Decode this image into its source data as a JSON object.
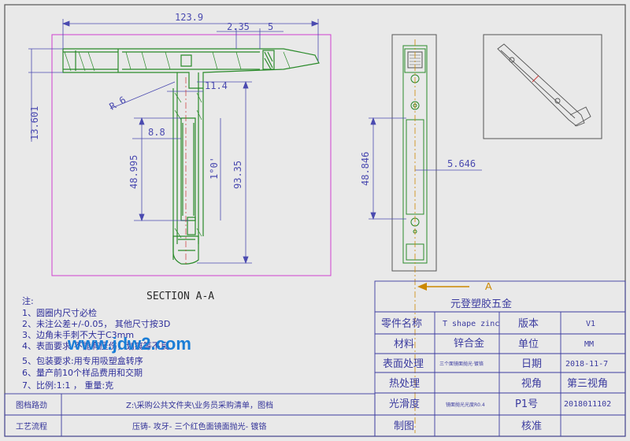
{
  "colors": {
    "outline": "#2a8a2a",
    "dimension": "#4a4ab0",
    "frame": "#d040d0",
    "titleblock": "#3b3b9f",
    "section": "#cc8800",
    "background": "#e9e9e9"
  },
  "dims": {
    "overall_width": "123.9",
    "small_top": "2.35",
    "small_top2": "5",
    "height_left": "13.601",
    "radius": "R 6",
    "width_11": "11.4",
    "width_8": "8.8",
    "height_48": "48.995",
    "angle": "1°0'",
    "height_93": "93.35",
    "mid_height": "48.846",
    "mid_width": "5.646"
  },
  "section_label": "SECTION  A-A",
  "section_marker": "A",
  "notes": {
    "title": "注:",
    "items": [
      "1、圆圈内尺寸必检",
      "2、未注公差+/-0.05， 其他尺寸按3D",
      "3、边角未手刺不大于C3mm",
      "4、表面要求:不能有压伤，划痕等不良",
      "5、包装要求:用专用吸塑盒转序",
      "6、量产前10个样品费用和交期",
      "7、比例:1:1 ， 重量:克"
    ]
  },
  "watermark": "www.jdw2.com",
  "title_block": {
    "company": "元登塑胶五金",
    "part_name_label": "零件名称",
    "part_name_value": "T shape zinc",
    "version_label": "版本",
    "version_value": "V1",
    "material_label": "材料",
    "material_value": "锌合金",
    "unit_label": "单位",
    "unit_value": "MM",
    "surface_label": "表面处理",
    "surface_value": "三个面镜面抛光·镀铬",
    "date_label": "日期",
    "date_value": "2018-11-7",
    "heat_label": "热处理",
    "view_label": "视角",
    "view_value": "第三视角",
    "smooth_label": "光滑度",
    "smooth_value": "镜面抛光光度R0.4",
    "pno_label": "P1号",
    "pno_value": "2018011102",
    "drafter_label": "制图",
    "checker_label": "核准"
  },
  "bottom_rows": {
    "archive_label": "图档路劲",
    "archive_value": "Z:\\采购公共文件夹\\业务员采购清单，图档",
    "process_label": "工艺流程",
    "process_value": "压铸- 攻牙- 三个红色面镜面抛光- 镀铬"
  }
}
